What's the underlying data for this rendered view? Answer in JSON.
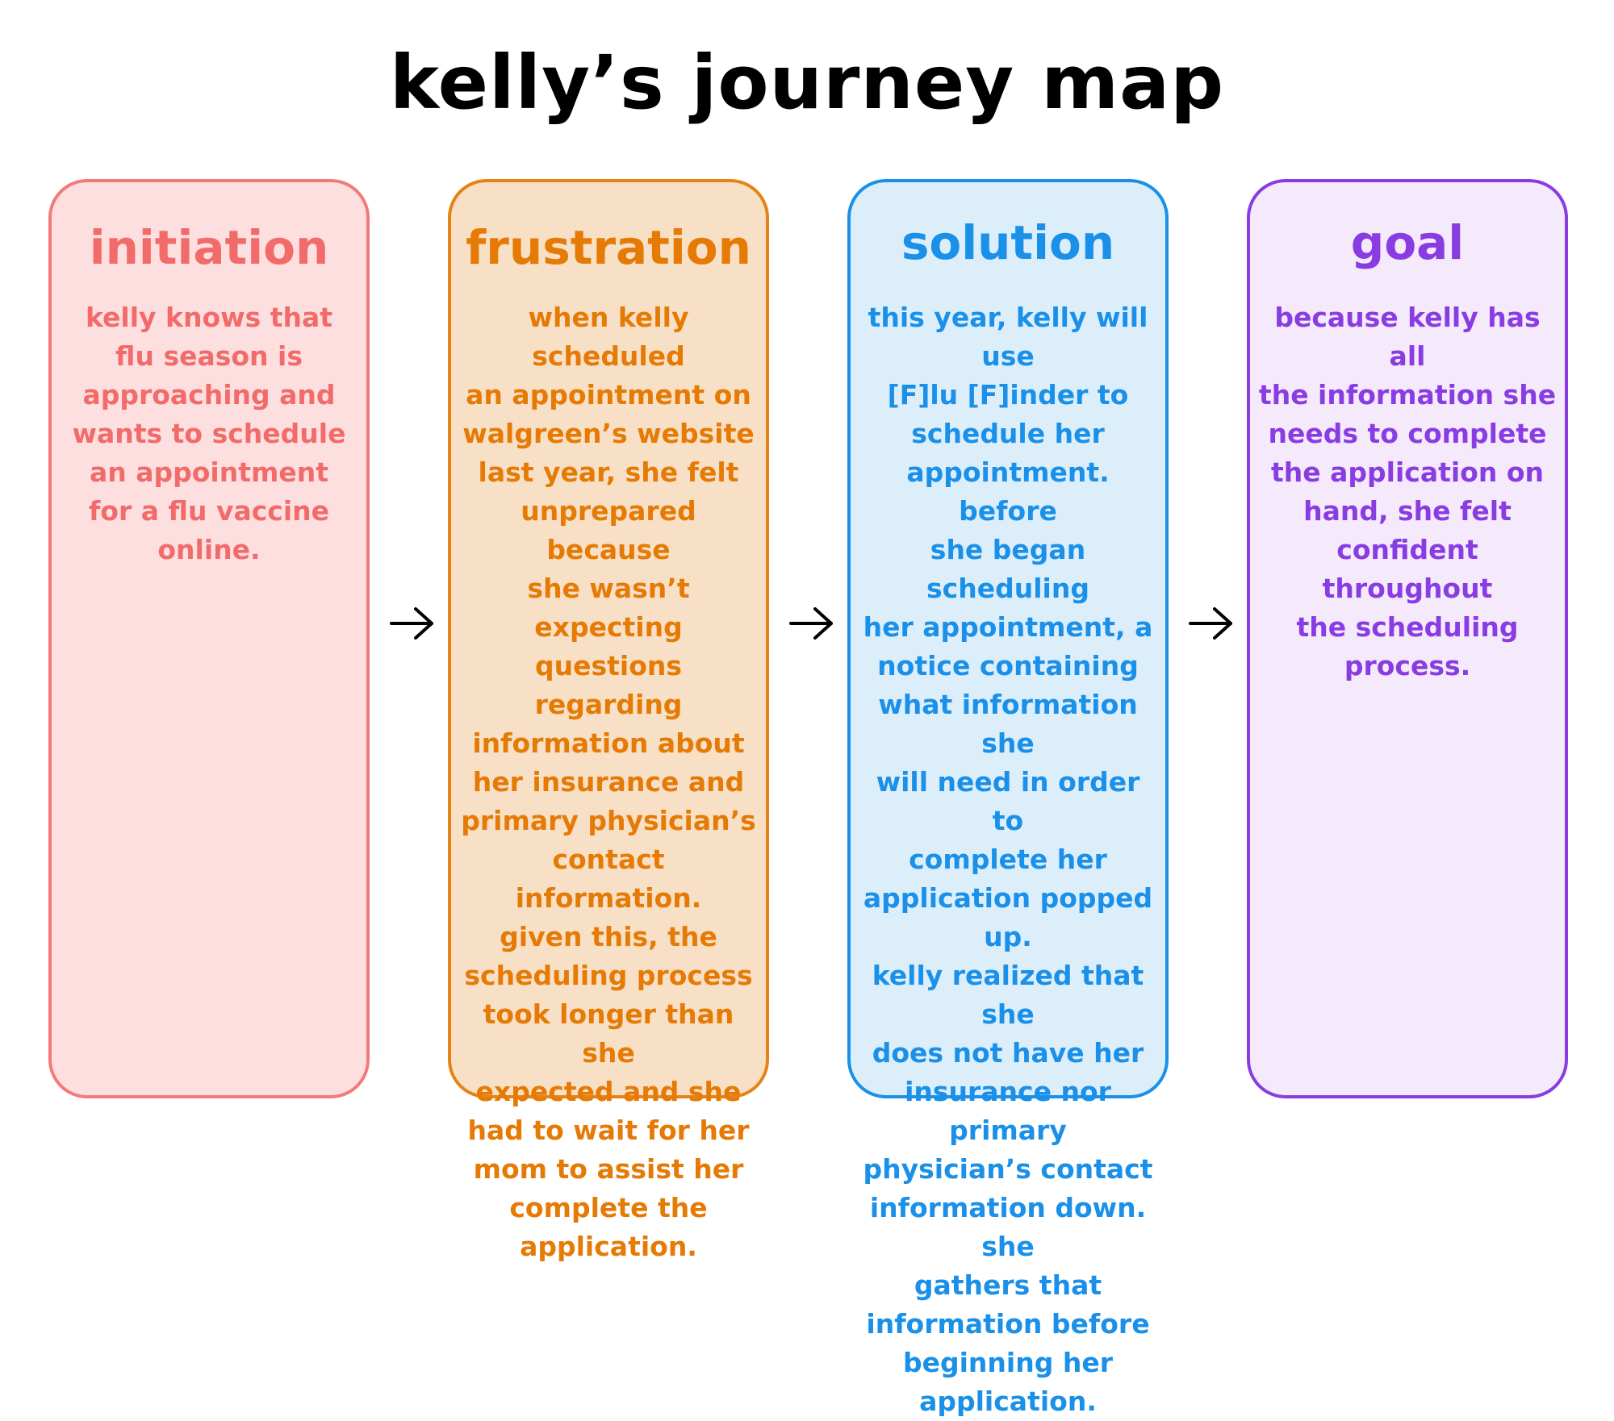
{
  "title": "kelly’s journey map",
  "colors": {
    "initiation": {
      "text": "#F26B6B",
      "border": "#F47A7A",
      "fill": "#FEDFDF"
    },
    "frustration": {
      "text": "#E57A05",
      "border": "#E68317",
      "fill": "#F8E0C6"
    },
    "solution": {
      "text": "#1A90E8",
      "border": "#1A90E8",
      "fill": "#DDEEFB"
    },
    "goal": {
      "text": "#8A3CE3",
      "border": "#8A3CE3",
      "fill": "#F4EAFB"
    },
    "arrow": "#000000"
  },
  "stages": [
    {
      "title": "initiation",
      "body": "kelly knows that\nflu season is\napproaching and\nwants to schedule\nan appointment\nfor a flu vaccine\nonline."
    },
    {
      "title": "frustration",
      "body": "when kelly scheduled\nan appointment on\nwalgreen’s website\nlast year, she felt\nunprepared because\nshe wasn’t expecting\nquestions regarding\ninformation about\nher insurance and\nprimary physician’s\ncontact information.\ngiven this, the\nscheduling process\ntook longer than she\nexpected and she\nhad to wait for her\nmom to assist her\ncomplete the\napplication."
    },
    {
      "title": "solution",
      "body": "this year, kelly will use\n[F]lu [F]inder to\nschedule her\nappointment. before\nshe began scheduling\nher appointment, a\nnotice containing\nwhat information she\nwill need in order to\ncomplete her\napplication popped up.\nkelly realized that she\ndoes not have her\ninsurance nor primary\nphysician’s contact\ninformation down. she\ngathers that\ninformation before\nbeginning her\napplication."
    },
    {
      "title": "goal",
      "body": "because kelly has all\nthe information she\nneeds to complete\nthe application on\nhand, she felt\nconfident throughout\nthe scheduling\nprocess."
    }
  ]
}
